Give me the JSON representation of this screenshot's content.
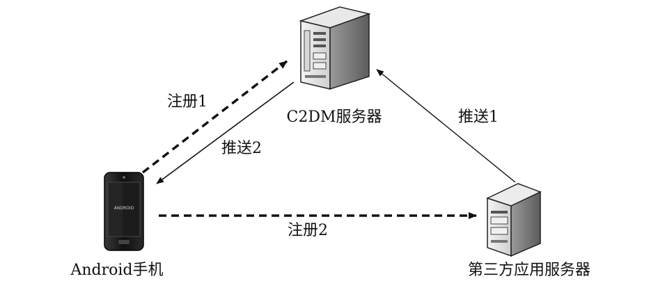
{
  "nodes": {
    "c2dm_server": {
      "label": "C2DM服务器",
      "icon": "server-tower-icon"
    },
    "android_phone": {
      "label": "Android手机",
      "icon": "smartphone-icon",
      "screen_text": "ANDROID"
    },
    "third_party_server": {
      "label": "第三方应用服务器",
      "icon": "server-tower-icon"
    }
  },
  "edges": {
    "register1": {
      "label": "注册1",
      "style": "dashed",
      "from": "android_phone",
      "to": "c2dm_server"
    },
    "push2": {
      "label": "推送2",
      "style": "solid",
      "from": "c2dm_server",
      "to": "android_phone"
    },
    "push1": {
      "label": "推送1",
      "style": "solid",
      "from": "third_party_server",
      "to": "c2dm_server"
    },
    "register2": {
      "label": "注册2",
      "style": "dashed",
      "from": "android_phone",
      "to": "third_party_server"
    }
  }
}
